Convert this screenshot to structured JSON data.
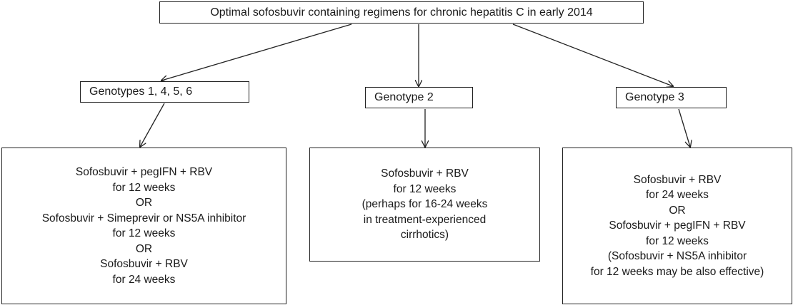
{
  "title": "Optimal sofosbuvir containing regimens for chronic hepatitis C in early 2014",
  "genotypes": [
    {
      "label": "Genotypes 1, 4, 5, 6",
      "regimen_lines": [
        "Sofosbuvir  + pegIFN + RBV",
        "for 12 weeks",
        "OR",
        "Sofosbuvir  + Simeprevir or NS5A inhibitor",
        "for 12 weeks",
        "OR",
        "Sofosbuvir  + RBV",
        "for 24 weeks"
      ]
    },
    {
      "label": "Genotype 2",
      "regimen_lines": [
        "Sofosbuvir  + RBV",
        "for 12 weeks",
        "(perhaps for 16-24 weeks",
        "in treatment-experienced",
        "cirrhotics)"
      ]
    },
    {
      "label": "Genotype 3",
      "regimen_lines": [
        "Sofosbuvir  + RBV",
        "for 24 weeks",
        "OR",
        "Sofosbuvir  + pegIFN  + RBV",
        "for 12 weeks",
        "(Sofosbuvir  +  NS5A inhibitor",
        "for 12 weeks may be also effective)"
      ]
    }
  ],
  "colors": {
    "line": "#222222",
    "text": "#1a1a1a",
    "background": "#ffffff"
  }
}
